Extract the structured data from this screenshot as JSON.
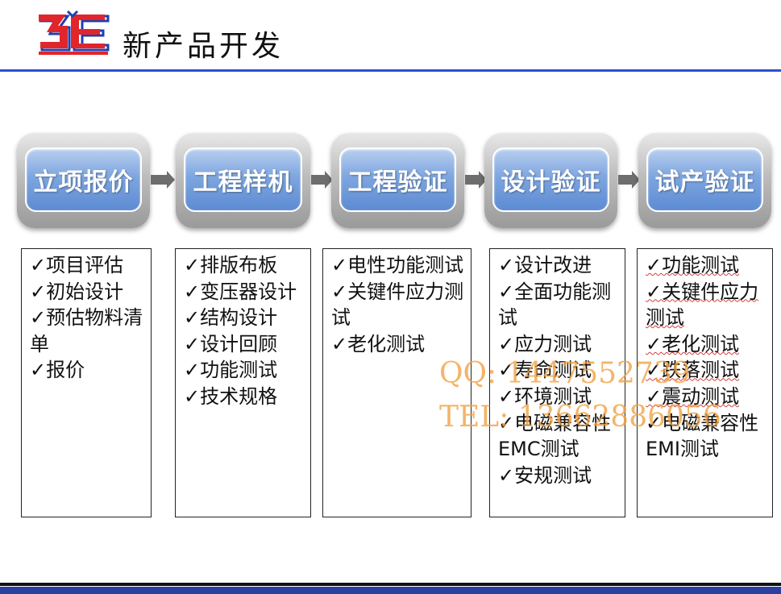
{
  "header": {
    "logo_text": "3E",
    "title": "新产品开发"
  },
  "stages": [
    {
      "label": "立项报价",
      "tasks": [
        "✓项目评估",
        "✓初始设计",
        "✓预估物料清单",
        "✓报价"
      ]
    },
    {
      "label": "工程样机",
      "tasks": [
        "✓排版布板",
        "✓变压器设计",
        "✓结构设计",
        "✓设计回顾",
        "✓功能测试",
        "✓技术规格"
      ]
    },
    {
      "label": "工程验证",
      "tasks": [
        "✓电性功能测试",
        "✓关键件应力测试",
        "✓老化测试"
      ]
    },
    {
      "label": "设计验证",
      "tasks": [
        "✓设计改进",
        "✓全面功能测试",
        "✓应力测试",
        "✓寿命测试",
        "✓环境测试",
        "✓电磁兼容性EMC测试",
        "✓安规测试"
      ]
    },
    {
      "label": "试产验证",
      "tasks": [
        "✓功能测试",
        "✓关键件应力测试",
        "✓老化测试",
        "✓跌落测试",
        "✓震动测试",
        "✓电磁兼容性EMI测试"
      ]
    }
  ],
  "watermark": {
    "qq": "QQ: 1447552739",
    "tel": "TEL: 13662886056"
  },
  "colors": {
    "header_rule": "#2a4fd0",
    "stage_blue": "#6f98d9",
    "watermark_orange": "#f2a040",
    "logo_red": "#e0262b",
    "logo_blue": "#1d3fb3"
  }
}
